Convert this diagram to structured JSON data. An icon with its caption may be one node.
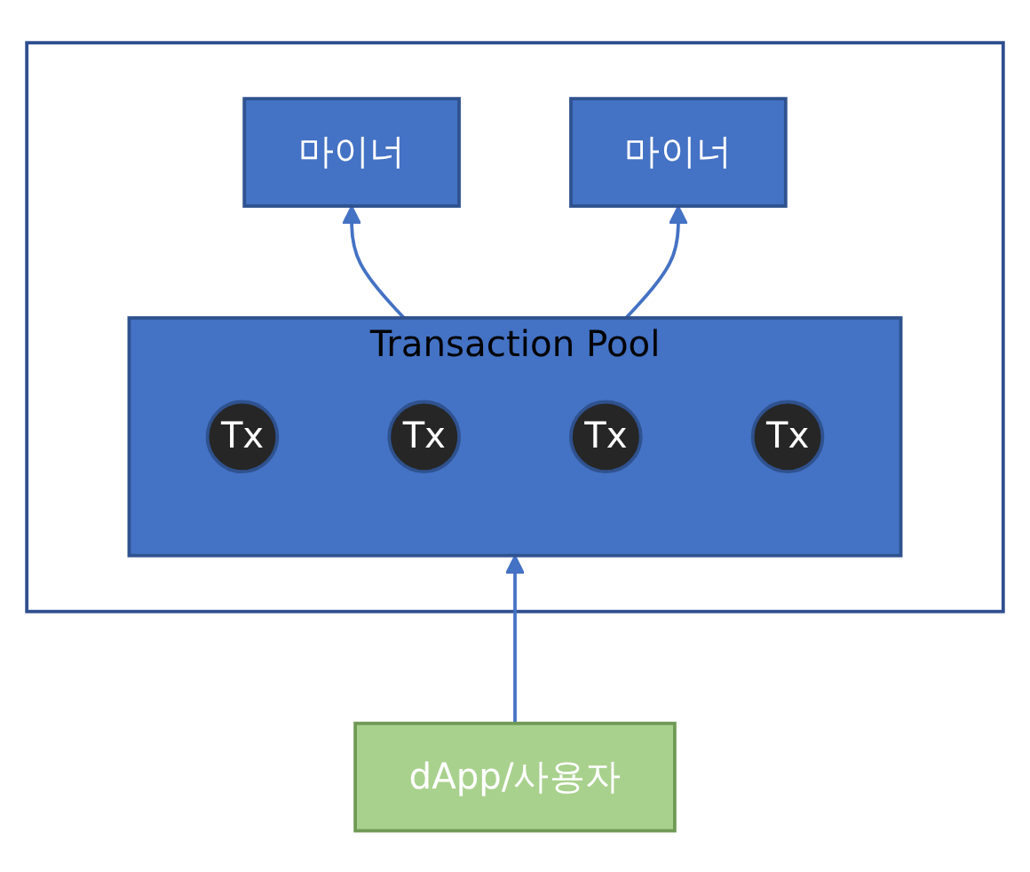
{
  "diagram": {
    "nodes": [
      {
        "text": [],
        "shape": "box"
      },
      {
        "text": [
          "마이너"
        ],
        "in": 0
      },
      {
        "text": [
          "마이너"
        ],
        "in": 0
      },
      {
        "text": [
          "Transaction Pool"
        ],
        "in": 0
      },
      {
        "text": [
          "Tx"
        ],
        "in": 3
      },
      {
        "text": [
          "Tx"
        ],
        "in": 3
      },
      {
        "text": [
          "Tx"
        ],
        "in": 3
      },
      {
        "text": [
          "Tx"
        ],
        "in": 3
      },
      {
        "text": [
          "dApp/사용자"
        ]
      }
    ],
    "edges": [
      {
        "from": 3,
        "to": 1,
        "arrow": "to"
      },
      {
        "from": 3,
        "to": 2,
        "arrow": "to"
      },
      {
        "from": 8,
        "to": 3,
        "arrow": "to"
      }
    ]
  }
}
